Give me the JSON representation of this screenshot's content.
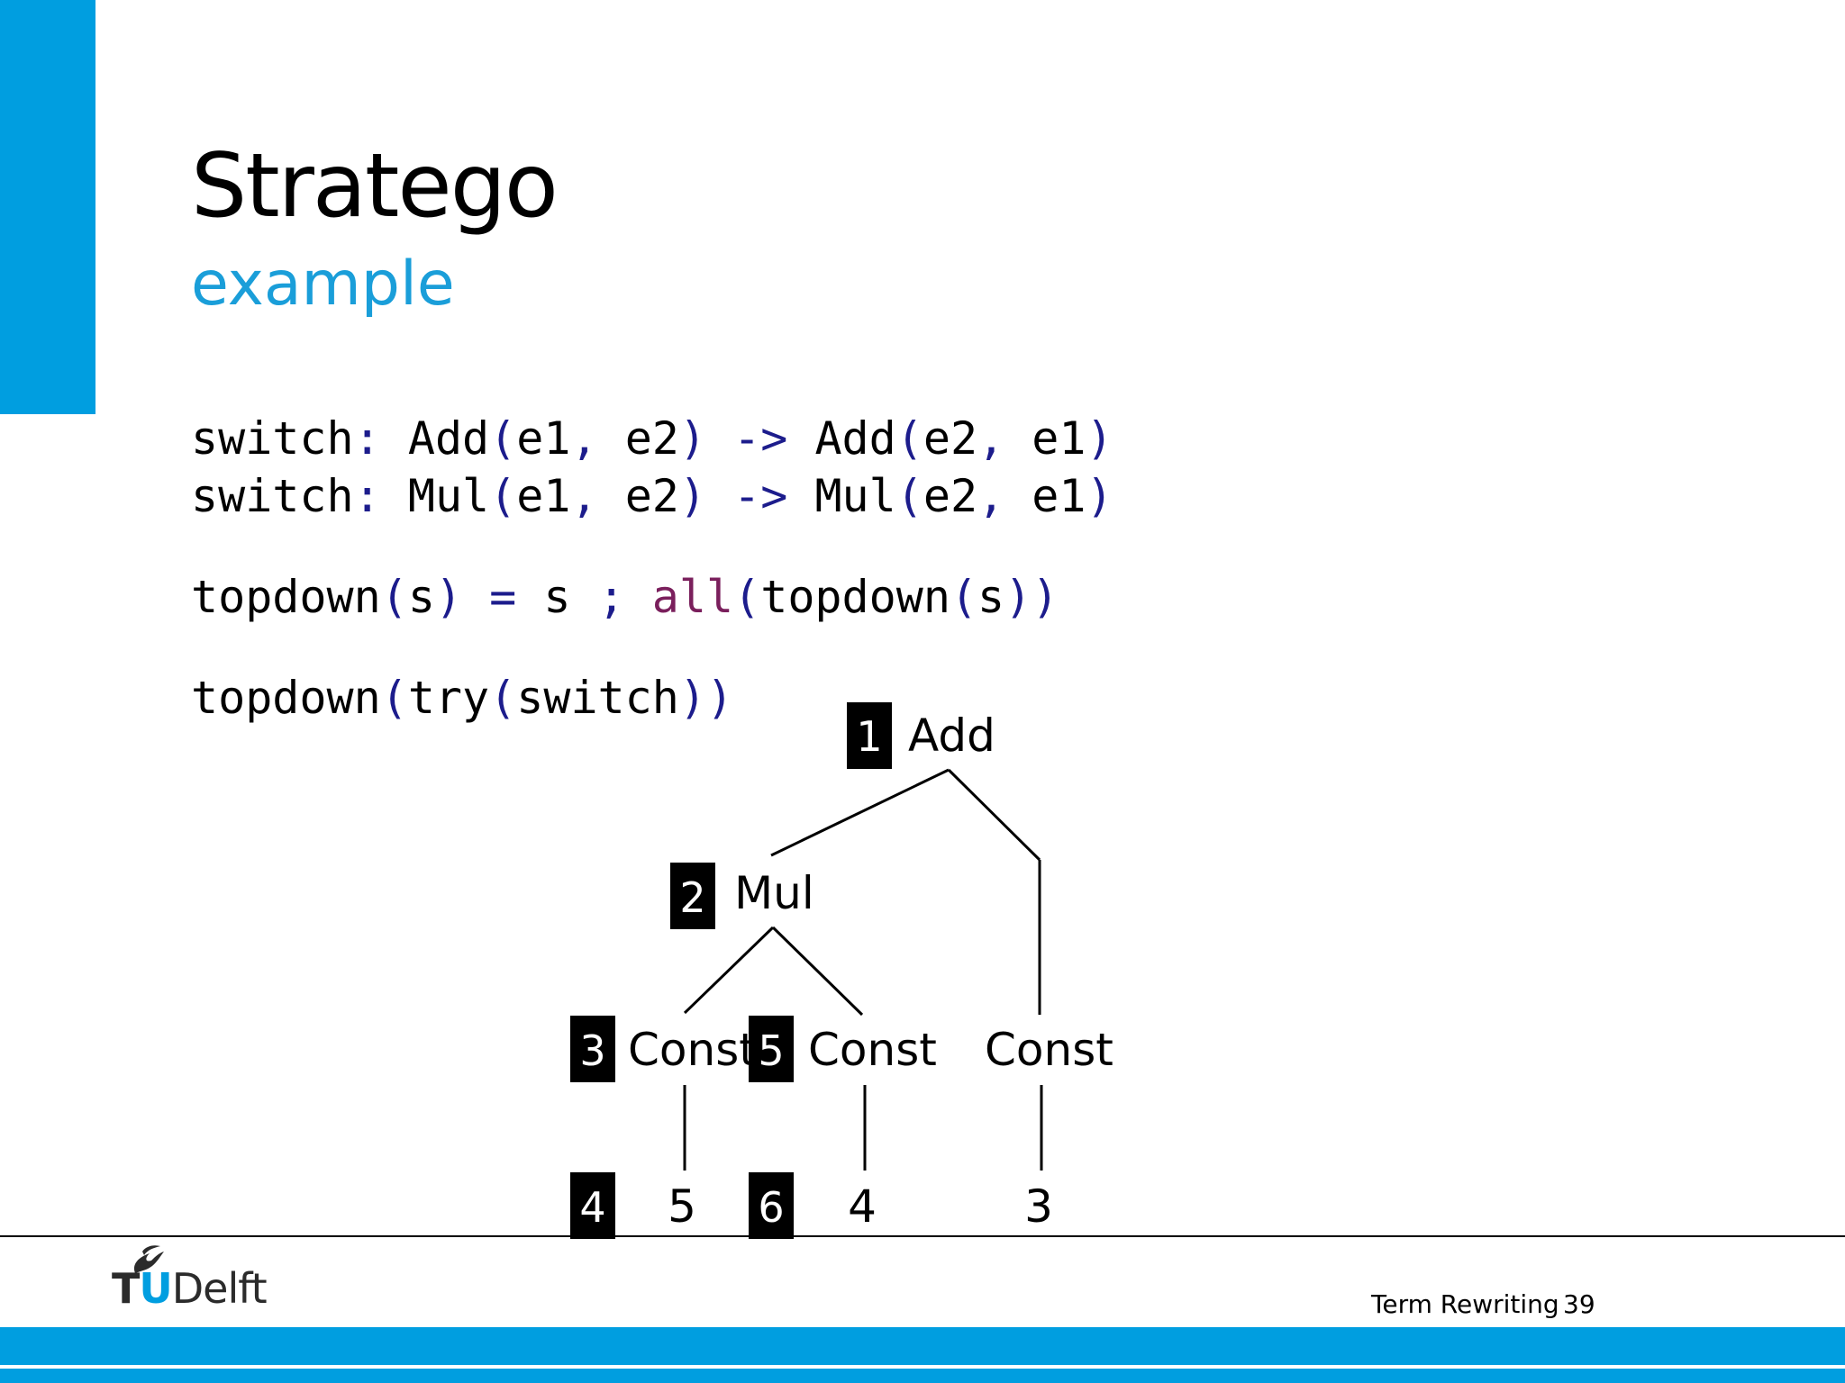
{
  "slide": {
    "title": "Stratego",
    "subtitle": "example"
  },
  "code": {
    "line1": [
      {
        "t": "switch",
        "c": "plain"
      },
      {
        "t": ": ",
        "c": "punct"
      },
      {
        "t": "Add",
        "c": "plain"
      },
      {
        "t": "(",
        "c": "punct"
      },
      {
        "t": "e1",
        "c": "plain"
      },
      {
        "t": ", ",
        "c": "punct"
      },
      {
        "t": "e2",
        "c": "plain"
      },
      {
        "t": ") -> ",
        "c": "punct"
      },
      {
        "t": "Add",
        "c": "plain"
      },
      {
        "t": "(",
        "c": "punct"
      },
      {
        "t": "e2",
        "c": "plain"
      },
      {
        "t": ", ",
        "c": "punct"
      },
      {
        "t": "e1",
        "c": "plain"
      },
      {
        "t": ")",
        "c": "punct"
      }
    ],
    "line2": [
      {
        "t": "switch",
        "c": "plain"
      },
      {
        "t": ": ",
        "c": "punct"
      },
      {
        "t": "Mul",
        "c": "plain"
      },
      {
        "t": "(",
        "c": "punct"
      },
      {
        "t": "e1",
        "c": "plain"
      },
      {
        "t": ", ",
        "c": "punct"
      },
      {
        "t": "e2",
        "c": "plain"
      },
      {
        "t": ") -> ",
        "c": "punct"
      },
      {
        "t": "Mul",
        "c": "plain"
      },
      {
        "t": "(",
        "c": "punct"
      },
      {
        "t": "e2",
        "c": "plain"
      },
      {
        "t": ", ",
        "c": "punct"
      },
      {
        "t": "e1",
        "c": "plain"
      },
      {
        "t": ")",
        "c": "punct"
      }
    ],
    "line3": [
      {
        "t": "topdown",
        "c": "plain"
      },
      {
        "t": "(",
        "c": "punct"
      },
      {
        "t": "s",
        "c": "plain"
      },
      {
        "t": ") = ",
        "c": "punct"
      },
      {
        "t": "s ",
        "c": "plain"
      },
      {
        "t": "; ",
        "c": "punct"
      },
      {
        "t": "all",
        "c": "kw"
      },
      {
        "t": "(",
        "c": "punct"
      },
      {
        "t": "topdown",
        "c": "plain"
      },
      {
        "t": "(",
        "c": "punct"
      },
      {
        "t": "s",
        "c": "plain"
      },
      {
        "t": "))",
        "c": "punct"
      }
    ],
    "line4": [
      {
        "t": "topdown",
        "c": "plain"
      },
      {
        "t": "(",
        "c": "punct"
      },
      {
        "t": "try",
        "c": "plain"
      },
      {
        "t": "(",
        "c": "punct"
      },
      {
        "t": "switch",
        "c": "plain"
      },
      {
        "t": "))",
        "c": "punct"
      }
    ]
  },
  "tree": {
    "nodes": [
      {
        "id": "add",
        "label": "Add",
        "step": "1"
      },
      {
        "id": "mul",
        "label": "Mul",
        "step": "2"
      },
      {
        "id": "const1",
        "label": "Const",
        "step": "3"
      },
      {
        "id": "const2",
        "label": "Const",
        "step": "5"
      },
      {
        "id": "const3",
        "label": "Const",
        "step": ""
      },
      {
        "id": "leaf5",
        "label": "5",
        "step": "4"
      },
      {
        "id": "leaf4",
        "label": "4",
        "step": "6"
      },
      {
        "id": "leaf3",
        "label": "3",
        "step": ""
      }
    ]
  },
  "footer": {
    "logo_tu_t": "T",
    "logo_tu_u": "U",
    "logo_delft": "Delft",
    "course": "Term Rewriting",
    "page": "39"
  },
  "colors": {
    "accent": "#009ee0",
    "subtitle": "#1a9ed9",
    "code_punct": "#1c1c8c",
    "code_keyword": "#7a1f5c"
  }
}
